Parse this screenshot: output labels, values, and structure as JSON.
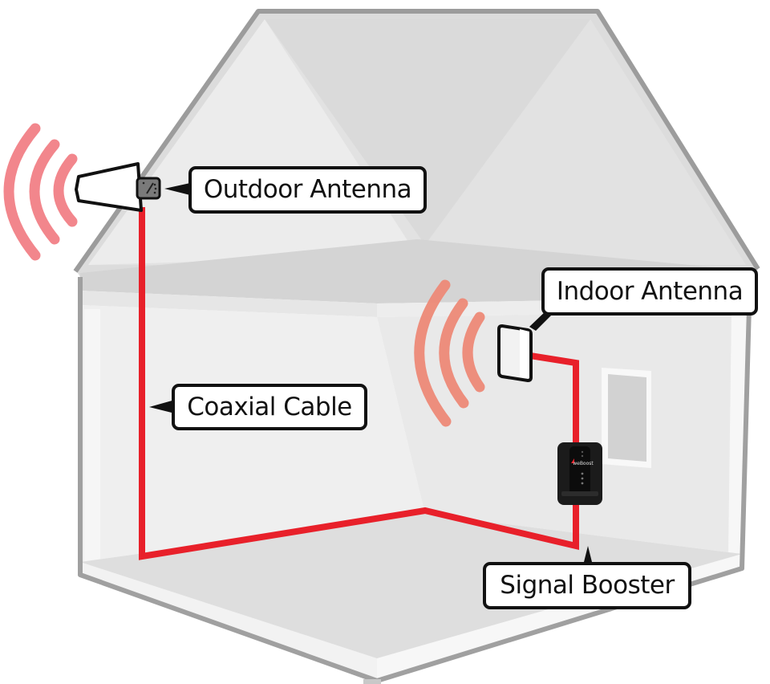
{
  "diagram": {
    "title": "Cell phone signal booster installation",
    "labels": {
      "outdoor_antenna": "Outdoor Antenna",
      "indoor_antenna": "Indoor Antenna",
      "coaxial_cable": "Coaxial Cable",
      "signal_booster": "Signal Booster"
    },
    "booster_brand": "weBoost",
    "components": [
      {
        "id": "outdoor-antenna",
        "label": "Outdoor Antenna",
        "icon": "directional-antenna-icon"
      },
      {
        "id": "coaxial-cable",
        "label": "Coaxial Cable",
        "icon": "cable-line"
      },
      {
        "id": "signal-booster",
        "label": "Signal Booster",
        "icon": "booster-unit-icon"
      },
      {
        "id": "indoor-antenna",
        "label": "Indoor Antenna",
        "icon": "panel-antenna-icon"
      }
    ],
    "connections": [
      {
        "from": "outdoor-antenna",
        "to": "signal-booster",
        "via": "coaxial-cable"
      },
      {
        "from": "signal-booster",
        "to": "indoor-antenna",
        "via": "coaxial-cable"
      }
    ],
    "colors": {
      "cable": "#e8202a",
      "outdoor_waves": "#f2868c",
      "indoor_waves": "#ee8a78",
      "house_outline": "#9a9a9a",
      "label_border": "#111111",
      "booster_body": "#1a1a1a"
    }
  }
}
